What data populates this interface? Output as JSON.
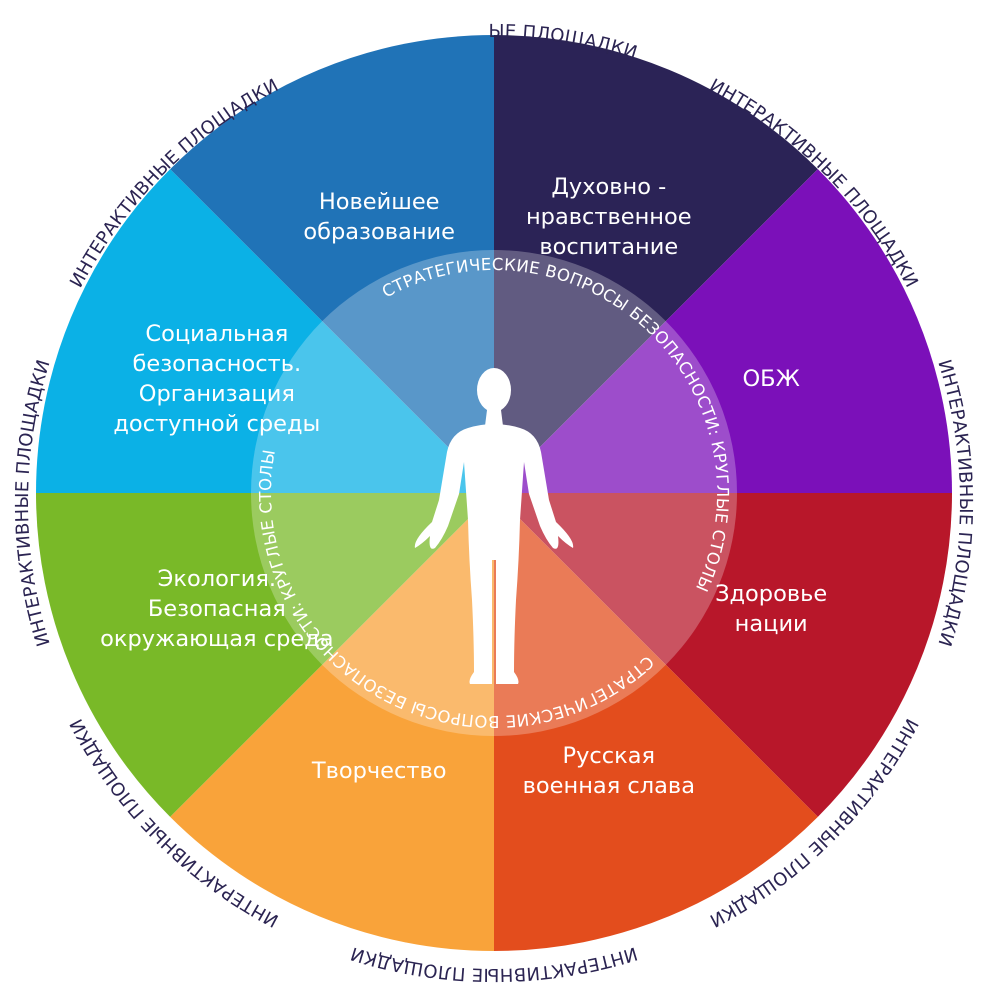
{
  "outer_ring_label": "ИНТЕРАКТИВНЫЕ ПЛОЩАДКИ",
  "inner_ring_label": "СТРАТЕГИЧЕСКИЕ ВОПРОСЫ БЕЗОПАСНОСТИ: КРУГЛЫЕ СТОЛЫ",
  "center_icon": "human-figure-icon",
  "segments": [
    {
      "id": "spiritual",
      "color": "#2b2356",
      "lines": [
        "Духовно -",
        "нравственное",
        "воспитание"
      ]
    },
    {
      "id": "obzh",
      "color": "#7b10b9",
      "lines": [
        "ОБЖ"
      ]
    },
    {
      "id": "health",
      "color": "#b8172a",
      "lines": [
        "Здоровье",
        "нации"
      ]
    },
    {
      "id": "military",
      "color": "#e34d1d",
      "lines": [
        "Русская",
        "военная слава"
      ]
    },
    {
      "id": "creativity",
      "color": "#f9a33a",
      "lines": [
        "Творчество"
      ]
    },
    {
      "id": "ecology",
      "color": "#79b928",
      "lines": [
        "Экология.",
        "Безопасная",
        "окружающая среда"
      ]
    },
    {
      "id": "social",
      "color": "#0bb1e6",
      "lines": [
        "Социальная",
        "безопасность.",
        "Организация",
        "доступной среды"
      ]
    },
    {
      "id": "education",
      "color": "#2073b7",
      "lines": [
        "Новейшее",
        "образование"
      ]
    }
  ]
}
